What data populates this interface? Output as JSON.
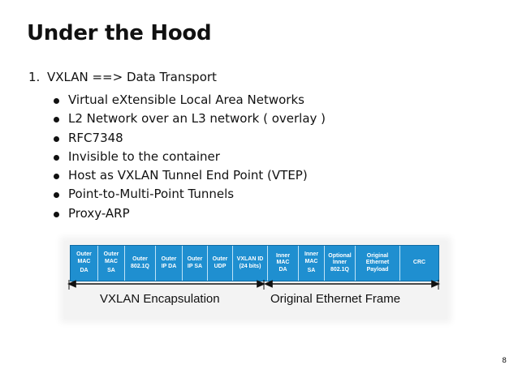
{
  "slide": {
    "title": "Under the Hood",
    "list_number": "1.",
    "list_item": "VXLAN ==> Data Transport",
    "bullets": [
      "Virtual eXtensible Local Area Networks",
      "L2 Network over an L3 network ( overlay )",
      "RFC7348",
      "Invisible to the container",
      "Host as VXLAN Tunnel End Point (VTEP)",
      "Point-to-Multi-Point Tunnels",
      "Proxy-ARP"
    ],
    "page_number": "8"
  },
  "diagram": {
    "cells": [
      {
        "lines": [
          "Outer",
          "MAC"
        ],
        "sub": "DA"
      },
      {
        "lines": [
          "Outer",
          "MAC"
        ],
        "sub": "SA"
      },
      {
        "lines": [
          "Outer",
          "802.1Q"
        ],
        "sub": ""
      },
      {
        "lines": [
          "Outer",
          "IP DA"
        ],
        "sub": ""
      },
      {
        "lines": [
          "Outer",
          "IP SA"
        ],
        "sub": ""
      },
      {
        "lines": [
          "Outer",
          "UDP"
        ],
        "sub": ""
      },
      {
        "lines": [
          "VXLAN ID",
          "(24 bits)"
        ],
        "sub": ""
      },
      {
        "lines": [
          "Inner",
          "MAC",
          "DA"
        ],
        "sub": ""
      },
      {
        "lines": [
          "Inner",
          "MAC"
        ],
        "sub": "SA"
      },
      {
        "lines": [
          "Optional",
          "Inner",
          "802.1Q"
        ],
        "sub": ""
      },
      {
        "lines": [
          "Original",
          "Ethernet",
          "Payload"
        ],
        "sub": ""
      },
      {
        "lines": [
          "CRC"
        ],
        "sub": ""
      }
    ],
    "encap_label": "VXLAN Encapsulation",
    "frame_label": "Original Ethernet Frame",
    "colors": {
      "bar": "#1f8fd0",
      "background": "#f3f3f3",
      "text": "#ffffff"
    }
  }
}
